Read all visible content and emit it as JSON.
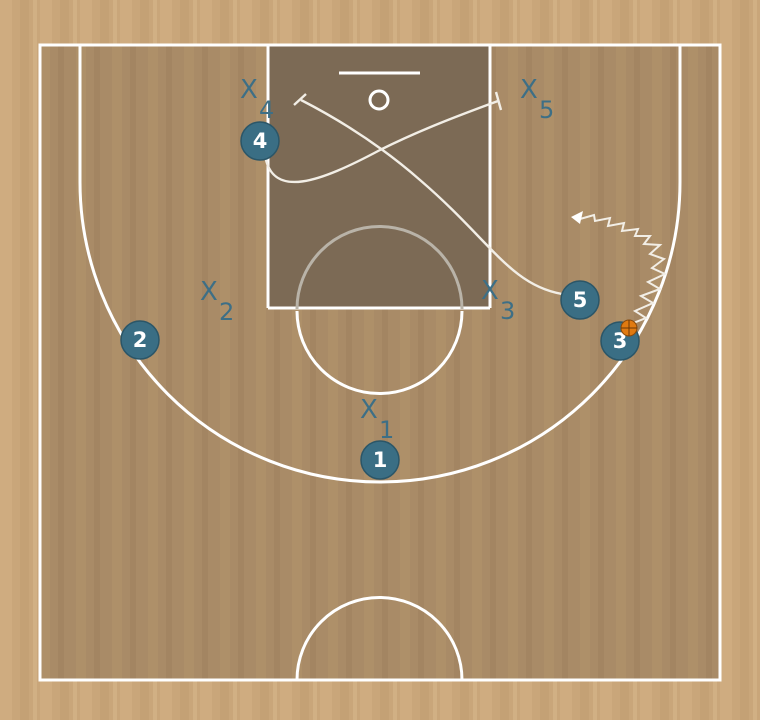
{
  "colors": {
    "floor": "#c9a67a",
    "court": "#a98b67",
    "paint": "#7c6a55",
    "lines": "#ffffff",
    "player_fill": "#3a6e84",
    "defender_text": "#3e6f86",
    "ball": "#e07a10"
  },
  "offense": [
    {
      "id": "1",
      "label": "1"
    },
    {
      "id": "2",
      "label": "2"
    },
    {
      "id": "3",
      "label": "3",
      "has_ball": true
    },
    {
      "id": "4",
      "label": "4"
    },
    {
      "id": "5",
      "label": "5"
    }
  ],
  "defense": [
    {
      "id": "x1",
      "letter": "X",
      "sub": "1"
    },
    {
      "id": "x2",
      "letter": "X",
      "sub": "2"
    },
    {
      "id": "x3",
      "letter": "X",
      "sub": "3"
    },
    {
      "id": "x4",
      "letter": "X",
      "sub": "4"
    },
    {
      "id": "x5",
      "letter": "X",
      "sub": "5"
    }
  ],
  "actions": [
    {
      "type": "screen",
      "from": "4",
      "description": "screen line"
    },
    {
      "type": "screen",
      "from": "5",
      "description": "screen line"
    },
    {
      "type": "dribble",
      "from": "3",
      "icon": "zigzag-arrow-icon"
    }
  ]
}
